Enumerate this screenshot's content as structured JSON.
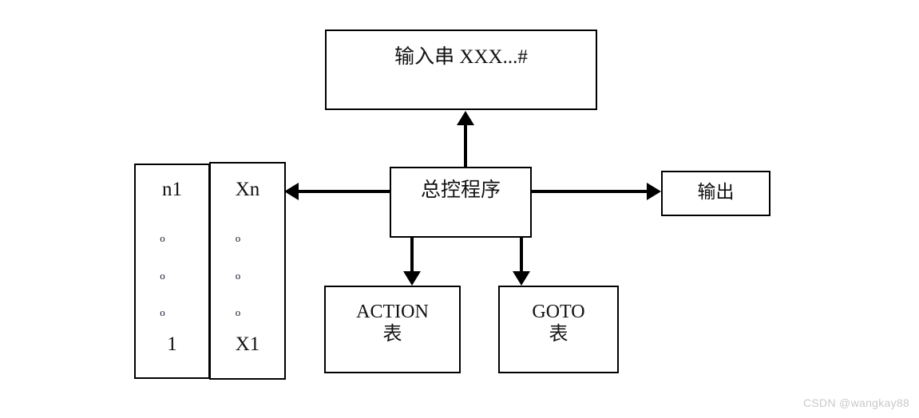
{
  "diagram": {
    "title": "LR parser architecture diagram",
    "background_color": "#ffffff",
    "stroke_color": "#000000",
    "text_color": "#111111",
    "nodes": {
      "input_string": {
        "label": "输入串 XXX...#"
      },
      "controller": {
        "label": "总控程序"
      },
      "output": {
        "label": "输出"
      },
      "action_table": {
        "label": "ACTION\n表"
      },
      "goto_table": {
        "label": "GOTO\n表"
      }
    },
    "stack": {
      "index_column": {
        "top_label": "n1",
        "dot_1": "o",
        "dot_2": "o",
        "dot_3": "o",
        "bottom_label": "1"
      },
      "symbol_column": {
        "top_label": "Xn",
        "dot_1": "o",
        "dot_2": "o",
        "dot_3": "o",
        "bottom_label": "X1"
      }
    },
    "connectors": [
      {
        "name": "controller-to-input-string",
        "direction": "up"
      },
      {
        "name": "controller-to-stack",
        "direction": "left"
      },
      {
        "name": "controller-to-output",
        "direction": "right"
      },
      {
        "name": "controller-to-action-table",
        "direction": "down"
      },
      {
        "name": "controller-to-goto-table",
        "direction": "down"
      }
    ]
  },
  "watermark": {
    "text": "CSDN @wangkay88",
    "color": "#c9c9c9"
  }
}
